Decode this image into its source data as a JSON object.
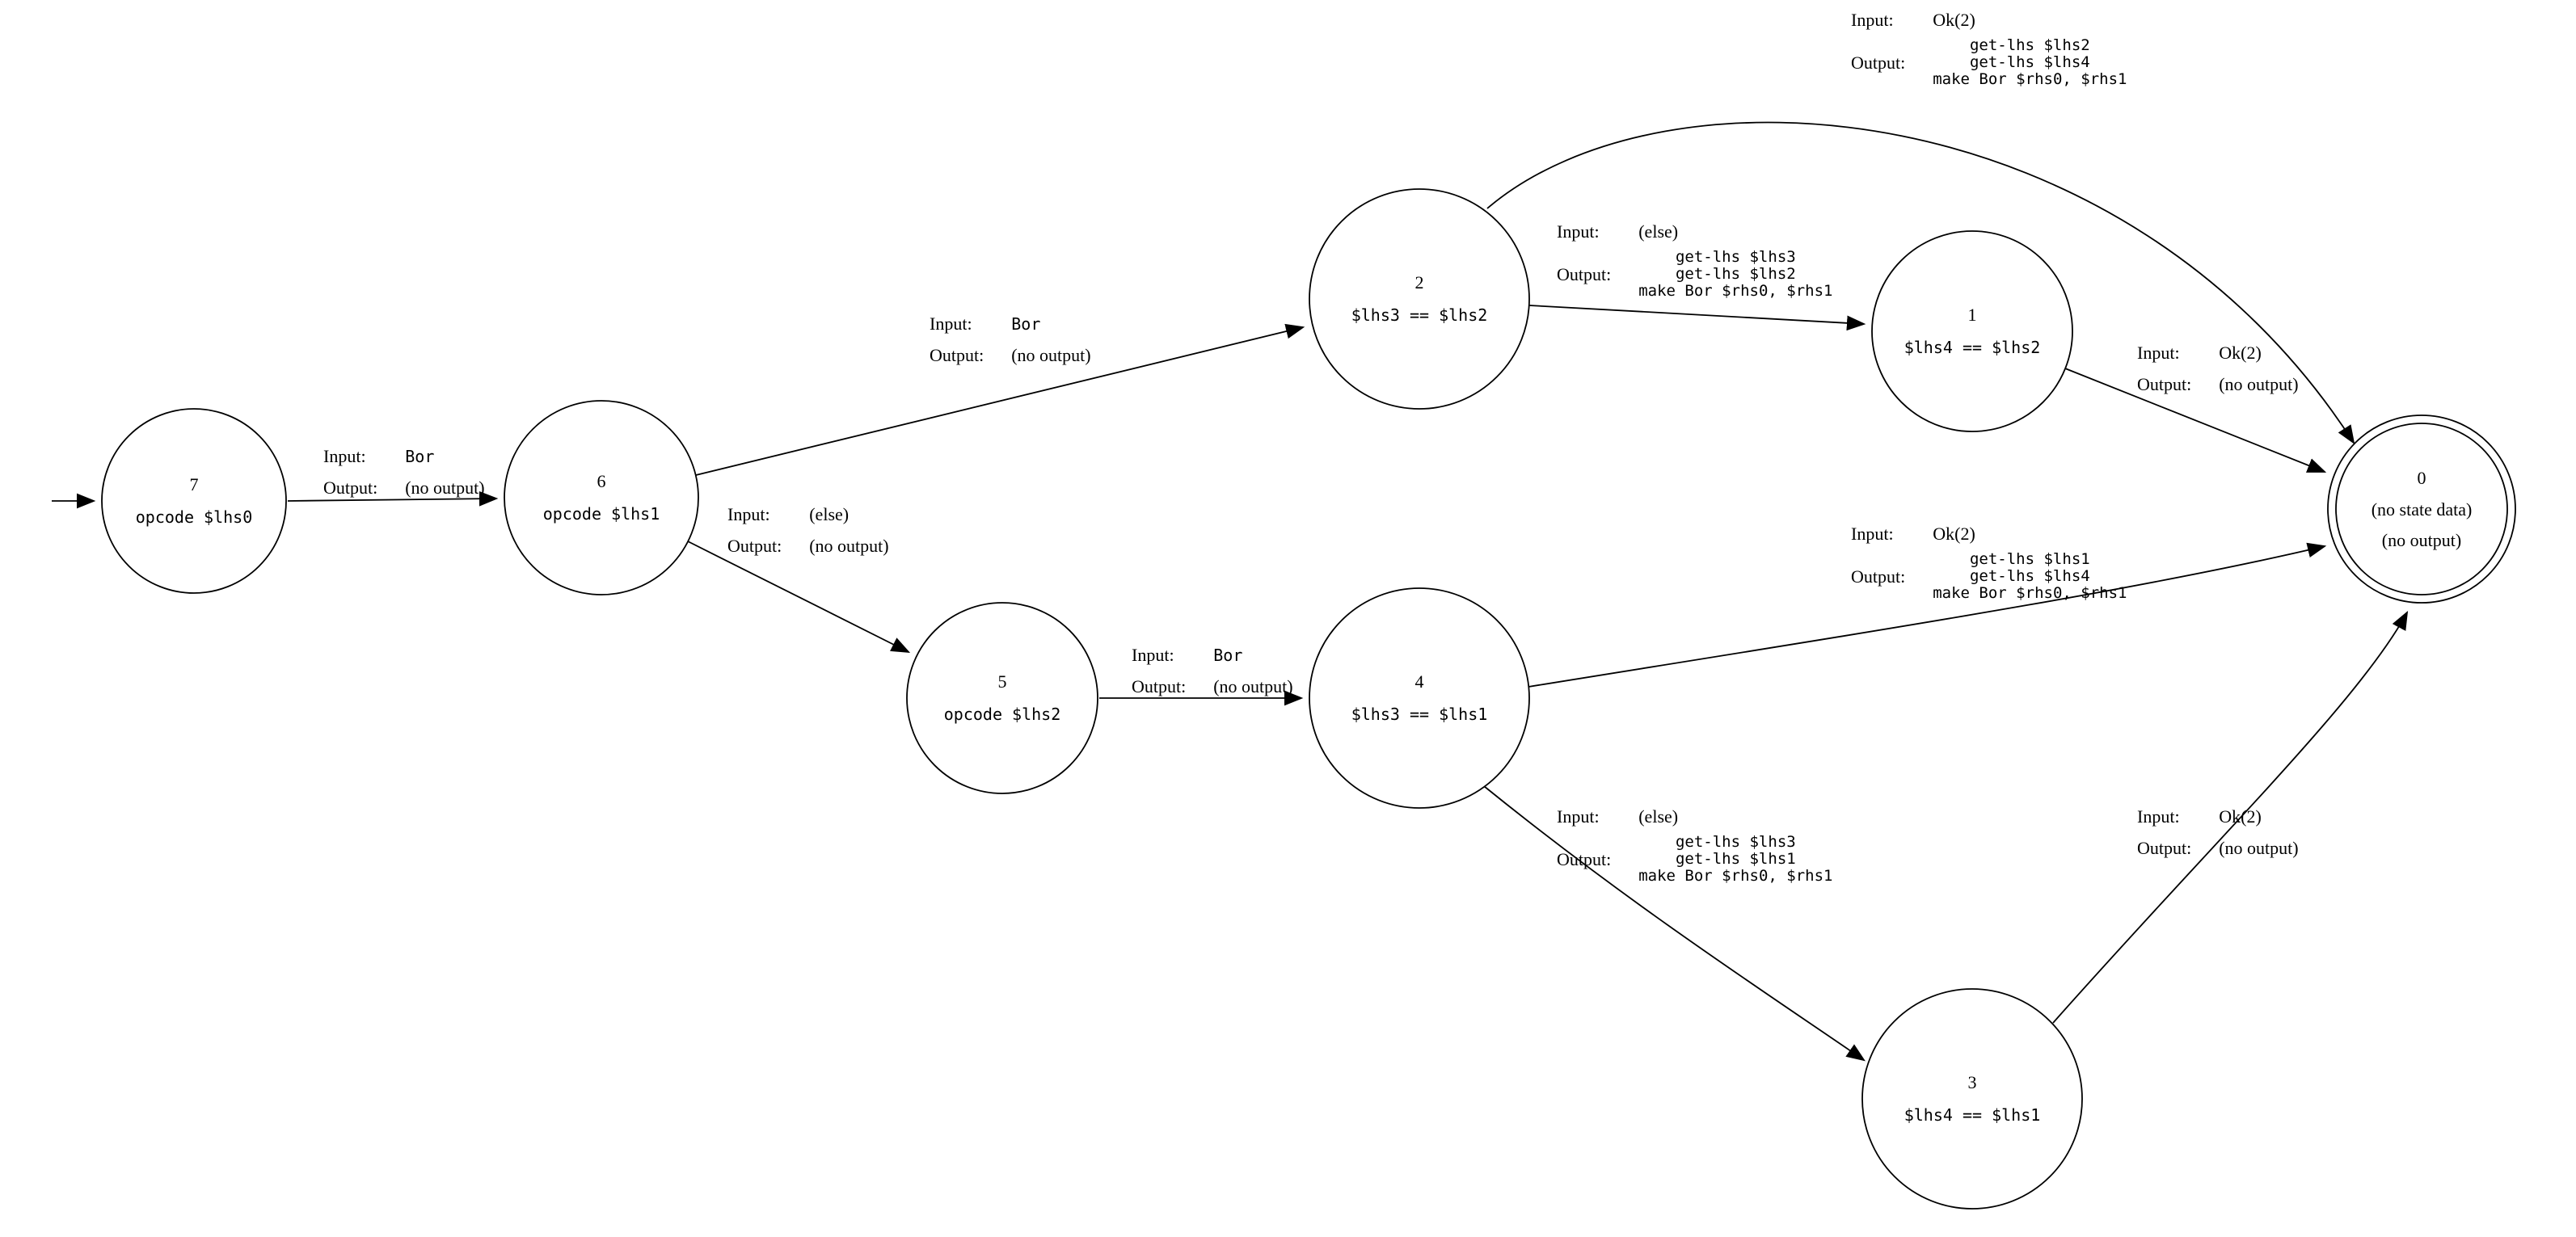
{
  "diagram": {
    "field_labels": {
      "input": "Input:",
      "output": "Output:"
    },
    "nodes": {
      "n7": {
        "id": "7",
        "label": "opcode $lhs0"
      },
      "n6": {
        "id": "6",
        "label": "opcode $lhs1"
      },
      "n5": {
        "id": "5",
        "label": "opcode $lhs2"
      },
      "n2": {
        "id": "2",
        "label": "$lhs3 == $lhs2"
      },
      "n4": {
        "id": "4",
        "label": "$lhs3 == $lhs1"
      },
      "n1": {
        "id": "1",
        "label": "$lhs4 == $lhs2"
      },
      "n3": {
        "id": "3",
        "label": "$lhs4 == $lhs1"
      },
      "n0": {
        "id": "0",
        "label": "(no state data)",
        "sublabel": "(no output)"
      }
    },
    "edges": {
      "e7_6": {
        "input": "Bor",
        "output": "(no output)"
      },
      "e6_2": {
        "input": "Bor",
        "output": "(no output)"
      },
      "e6_5": {
        "input": "(else)",
        "output": "(no output)"
      },
      "e5_4": {
        "input": "Bor",
        "output": "(no output)"
      },
      "e2_0": {
        "input": "Ok(2)",
        "output": "get-lhs $lhs2\nget-lhs $lhs4\nmake Bor $rhs0, $rhs1"
      },
      "e2_1": {
        "input": "(else)",
        "output": "get-lhs $lhs3\nget-lhs $lhs2\nmake Bor $rhs0, $rhs1"
      },
      "e1_0": {
        "input": "Ok(2)",
        "output": "(no output)"
      },
      "e4_0": {
        "input": "Ok(2)",
        "output": "get-lhs $lhs1\nget-lhs $lhs4\nmake Bor $rhs0, $rhs1"
      },
      "e4_3": {
        "input": "(else)",
        "output": "get-lhs $lhs3\nget-lhs $lhs1\nmake Bor $rhs0, $rhs1"
      },
      "e3_0": {
        "input": "Ok(2)",
        "output": "(no output)"
      }
    }
  }
}
